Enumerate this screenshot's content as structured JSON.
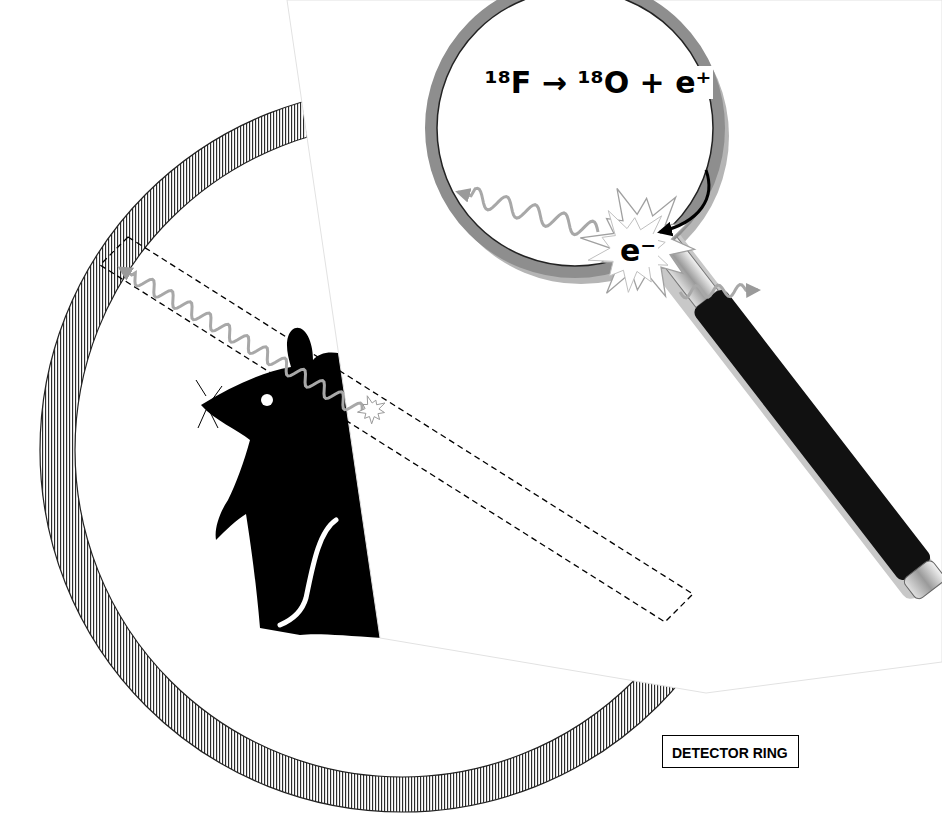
{
  "diagram": {
    "nodes": [
      {
        "text": [
          "DETECTOR RING"
        ]
      }
    ],
    "labels": [
      "¹⁸F → ¹⁸O + e⁺",
      "e⁻"
    ]
  }
}
